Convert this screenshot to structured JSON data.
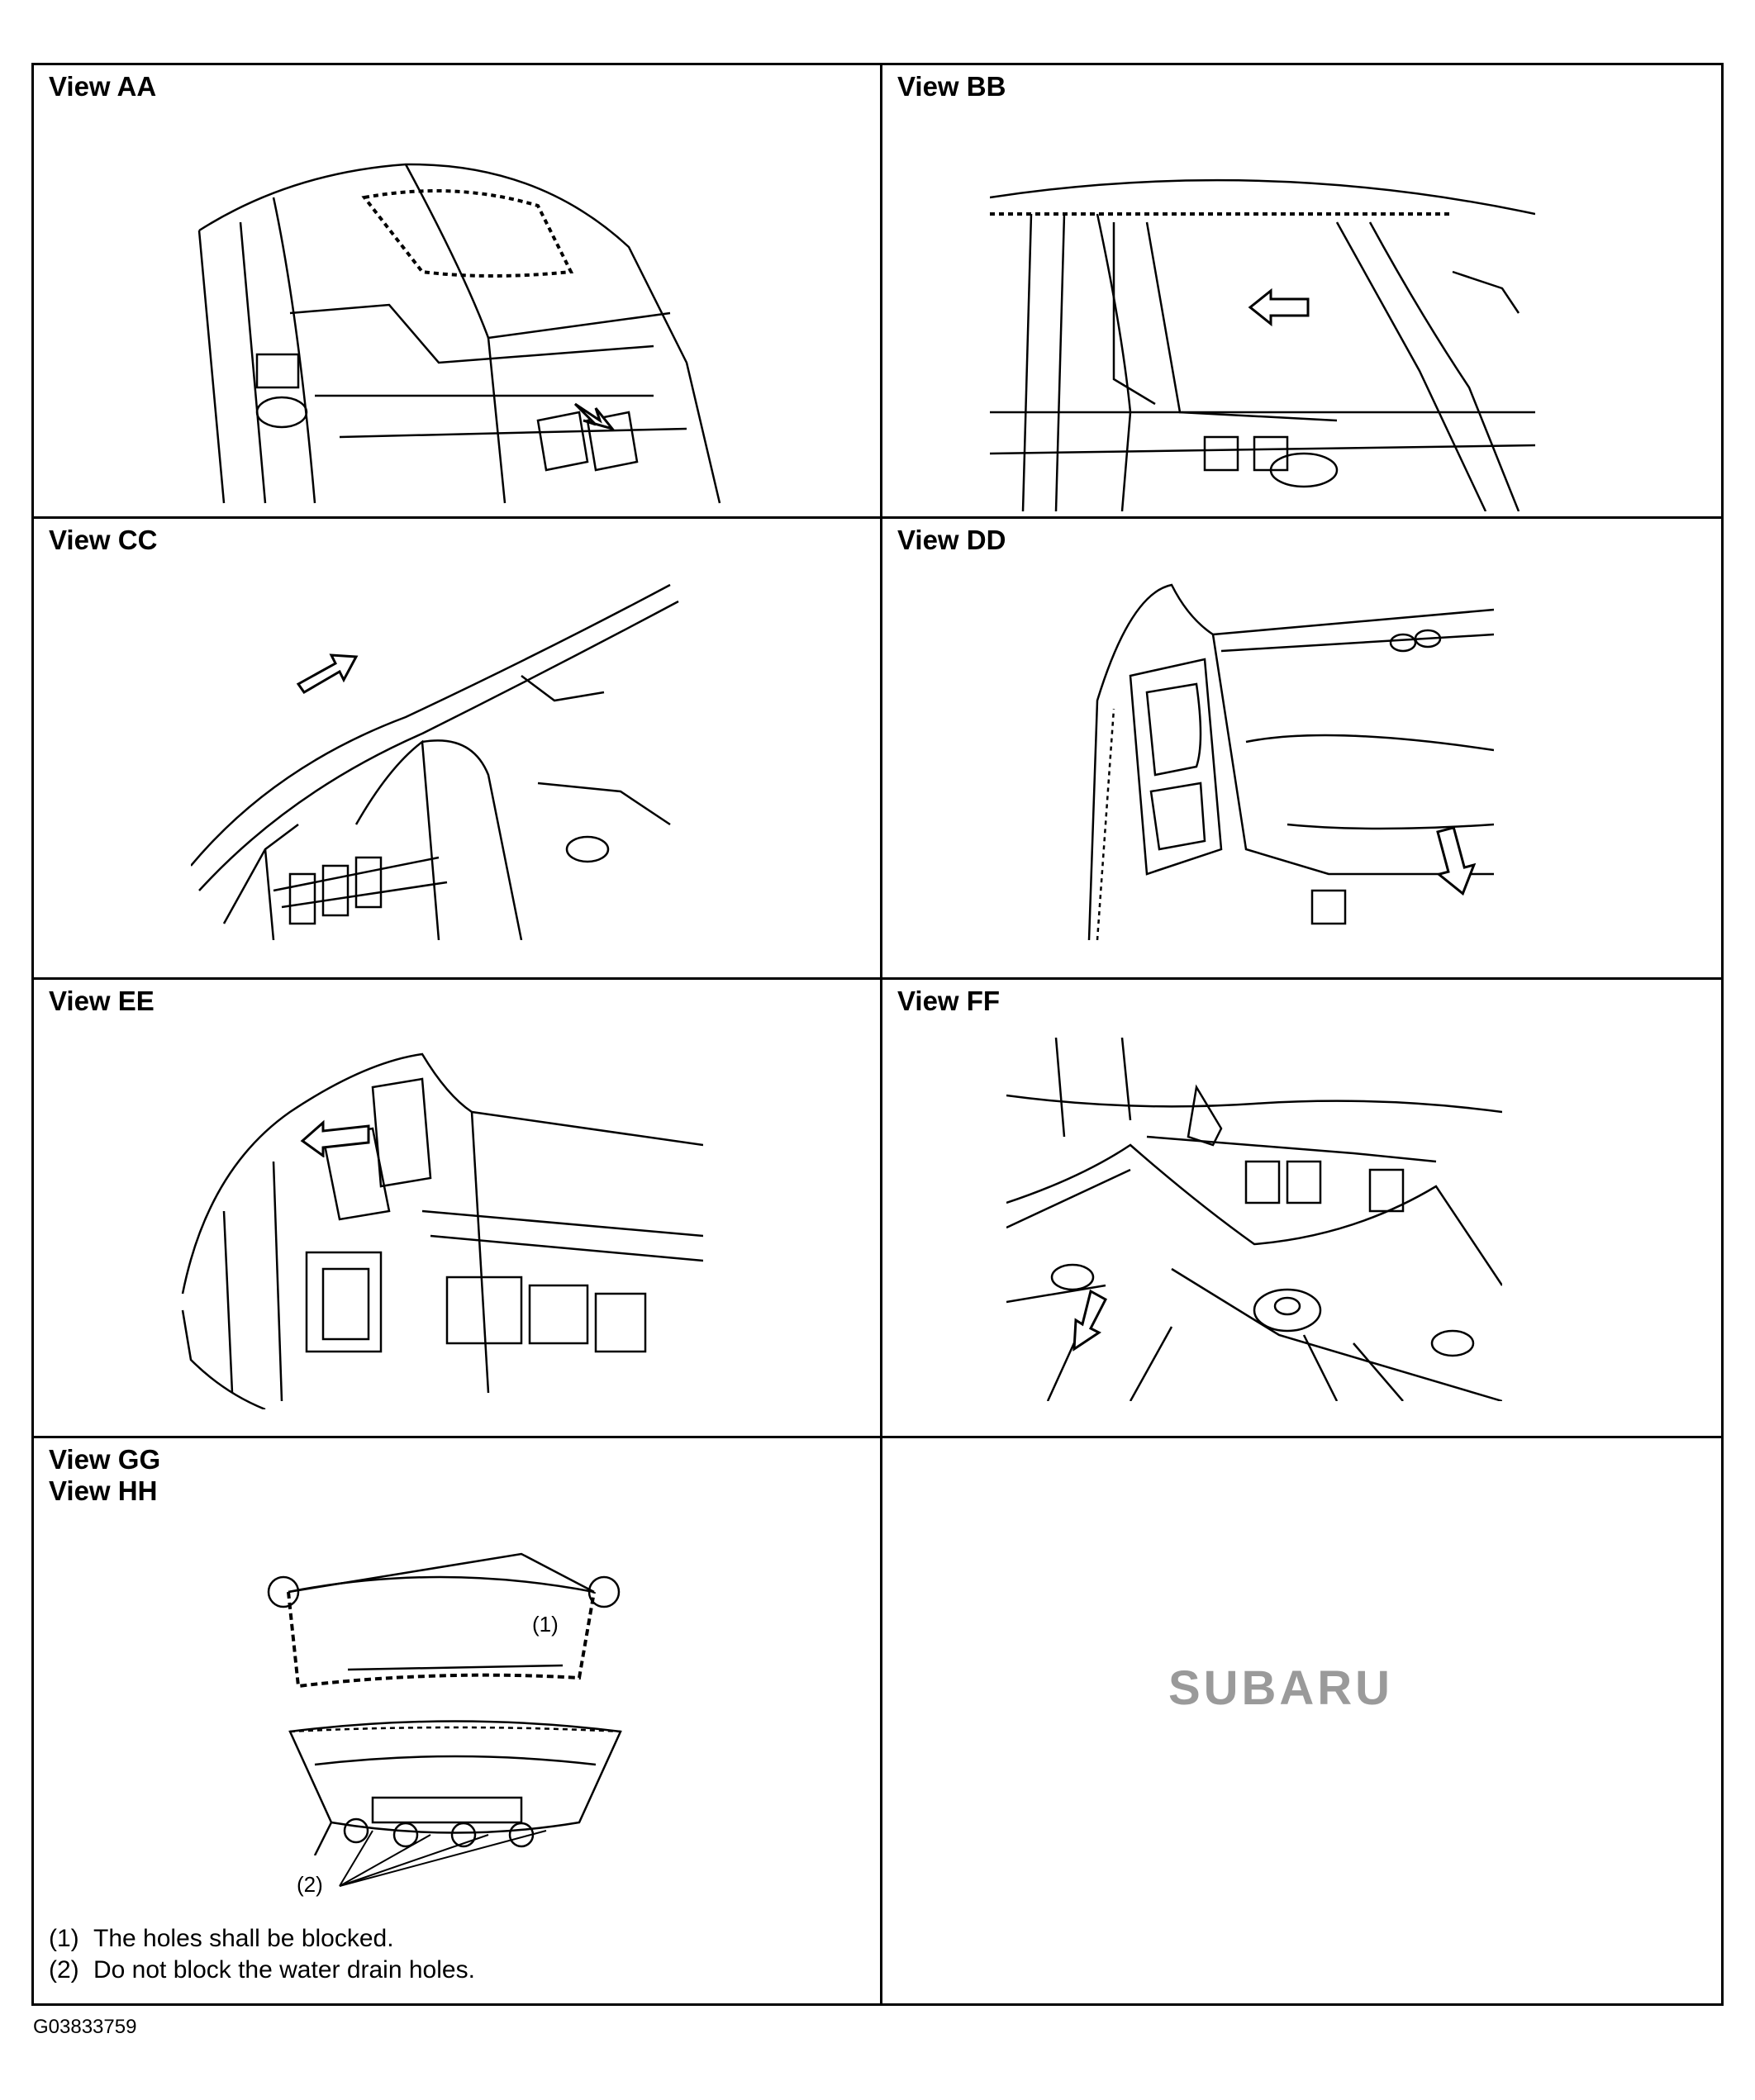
{
  "views": {
    "aa": "View AA",
    "bb": "View BB",
    "cc": "View CC",
    "dd": "View DD",
    "ee": "View EE",
    "ff": "View FF",
    "gg": "View GG",
    "hh": "View HH"
  },
  "callouts": {
    "one": "(1)",
    "two": "(2)"
  },
  "notes": [
    {
      "num": "(1)",
      "text": "The holes shall be blocked."
    },
    {
      "num": "(2)",
      "text": "Do not block the water drain holes."
    }
  ],
  "brand": "SUBARU",
  "doc_id": "G03833759"
}
